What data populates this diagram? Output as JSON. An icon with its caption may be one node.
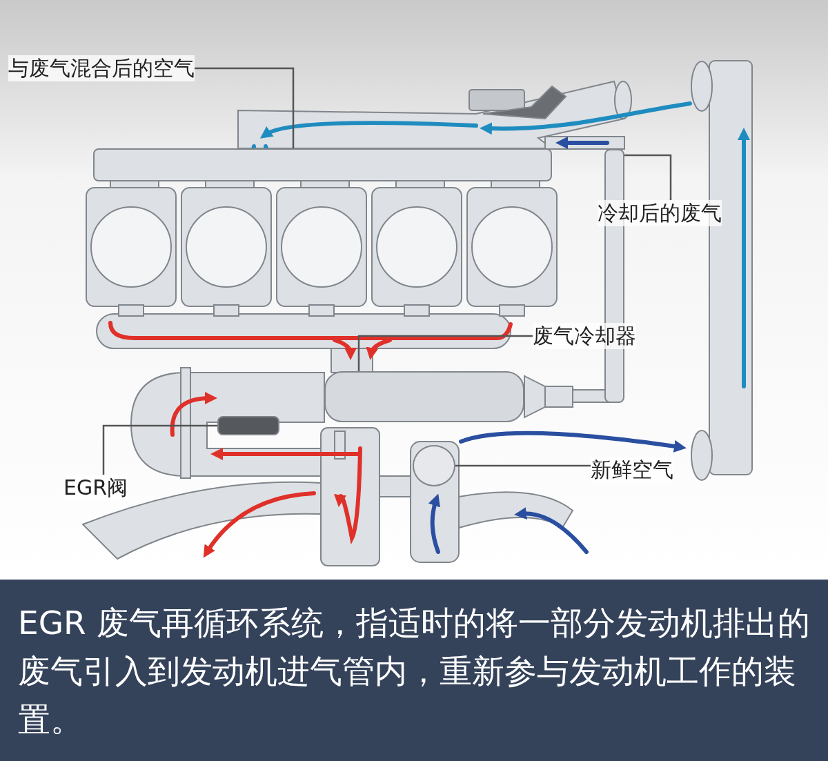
{
  "diagram": {
    "caption": "EGR 废气再循环系统，指适时的将一部分发动机排出的废气引入到发动机进气管内，重新参与发动机工作的装置。",
    "nodes": [
      {
        "text": [
          "与废气混合后的空气"
        ]
      },
      {
        "text": [],
        "shape": "box"
      },
      {
        "text": [
          "冷却后的废气"
        ]
      },
      {
        "text": [],
        "shape": "box"
      },
      {
        "text": [
          "废气冷却器"
        ]
      },
      {
        "text": [],
        "shape": "cylinder"
      },
      {
        "text": [
          "EGR阀"
        ]
      },
      {
        "text": [],
        "shape": "box"
      },
      {
        "text": [
          "新鲜空气"
        ]
      },
      {
        "text": [],
        "shape": "circle"
      }
    ],
    "edges": [
      {
        "from": 0,
        "to": 1,
        "arrow": "none"
      },
      {
        "from": 2,
        "to": 3,
        "arrow": "none"
      },
      {
        "from": 4,
        "to": 5,
        "arrow": "none"
      },
      {
        "from": 6,
        "to": 7,
        "arrow": "none"
      },
      {
        "from": 8,
        "to": 9,
        "arrow": "none"
      }
    ]
  }
}
